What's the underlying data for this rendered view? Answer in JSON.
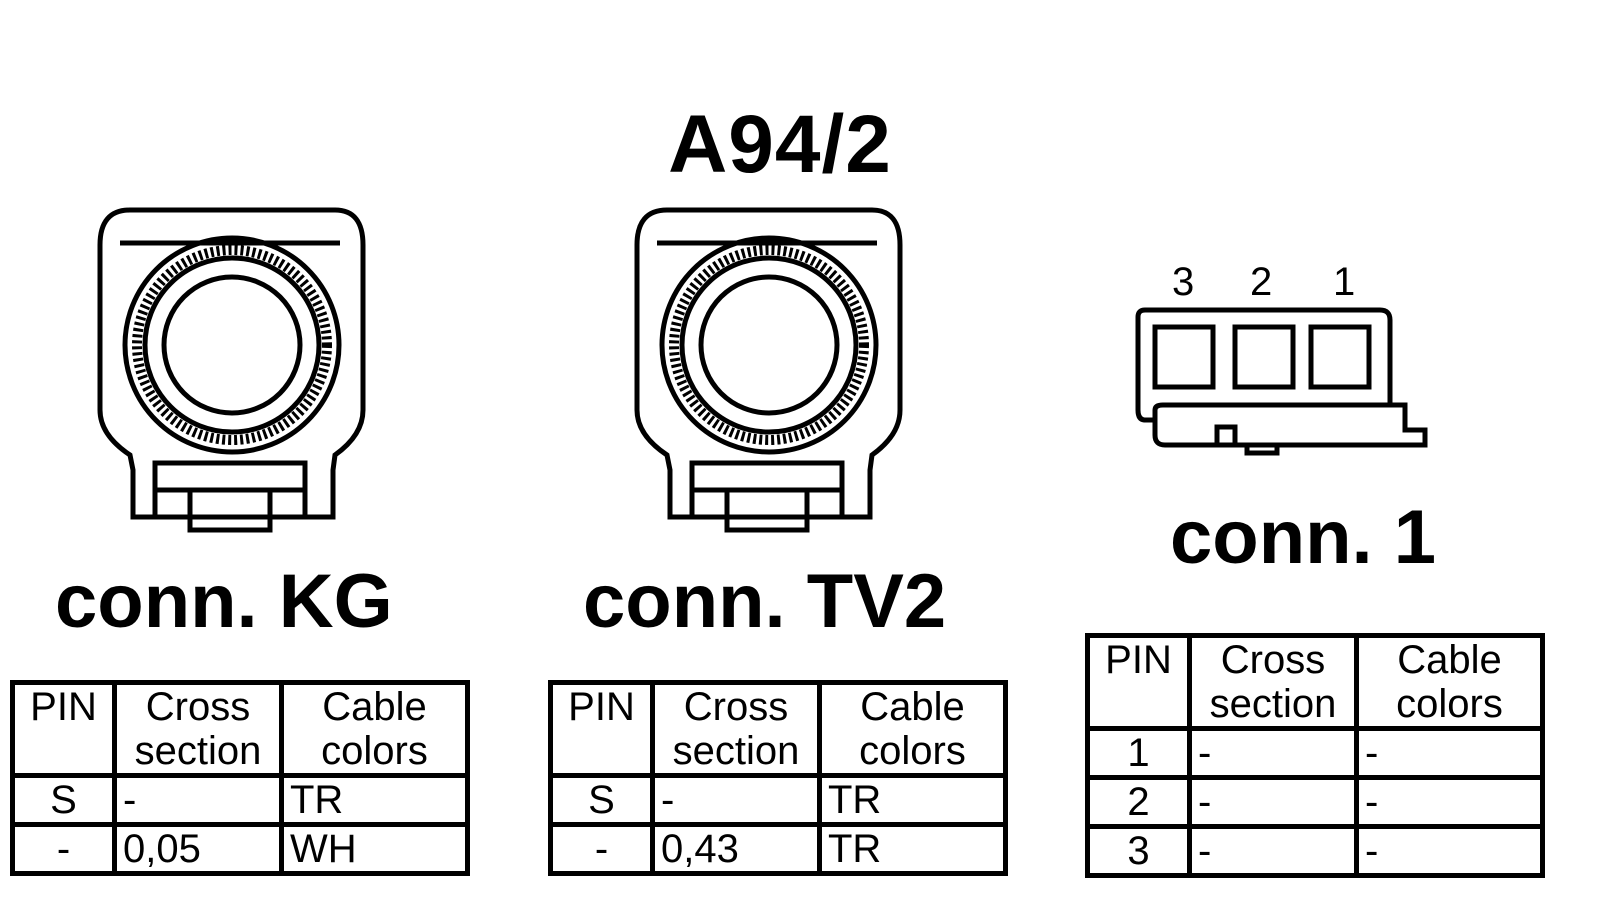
{
  "title": "A94/2",
  "connectors": {
    "kg": {
      "label": "conn. KG",
      "table": {
        "headers": [
          "PIN",
          "Cross section",
          "Cable colors"
        ],
        "rows": [
          [
            "S",
            "-",
            "TR"
          ],
          [
            "-",
            "0,05",
            "WH"
          ]
        ]
      }
    },
    "tv2": {
      "label": "conn. TV2",
      "table": {
        "headers": [
          "PIN",
          "Cross section",
          "Cable colors"
        ],
        "rows": [
          [
            "S",
            "-",
            "TR"
          ],
          [
            "-",
            "0,43",
            "TR"
          ]
        ]
      }
    },
    "c1": {
      "label": "conn. 1",
      "pin_numbers": [
        "3",
        "2",
        "1"
      ],
      "table": {
        "headers": [
          "PIN",
          "Cross section",
          "Cable colors"
        ],
        "rows": [
          [
            "1",
            "-",
            "-"
          ],
          [
            "2",
            "-",
            "-"
          ],
          [
            "3",
            "-",
            "-"
          ]
        ]
      }
    }
  }
}
